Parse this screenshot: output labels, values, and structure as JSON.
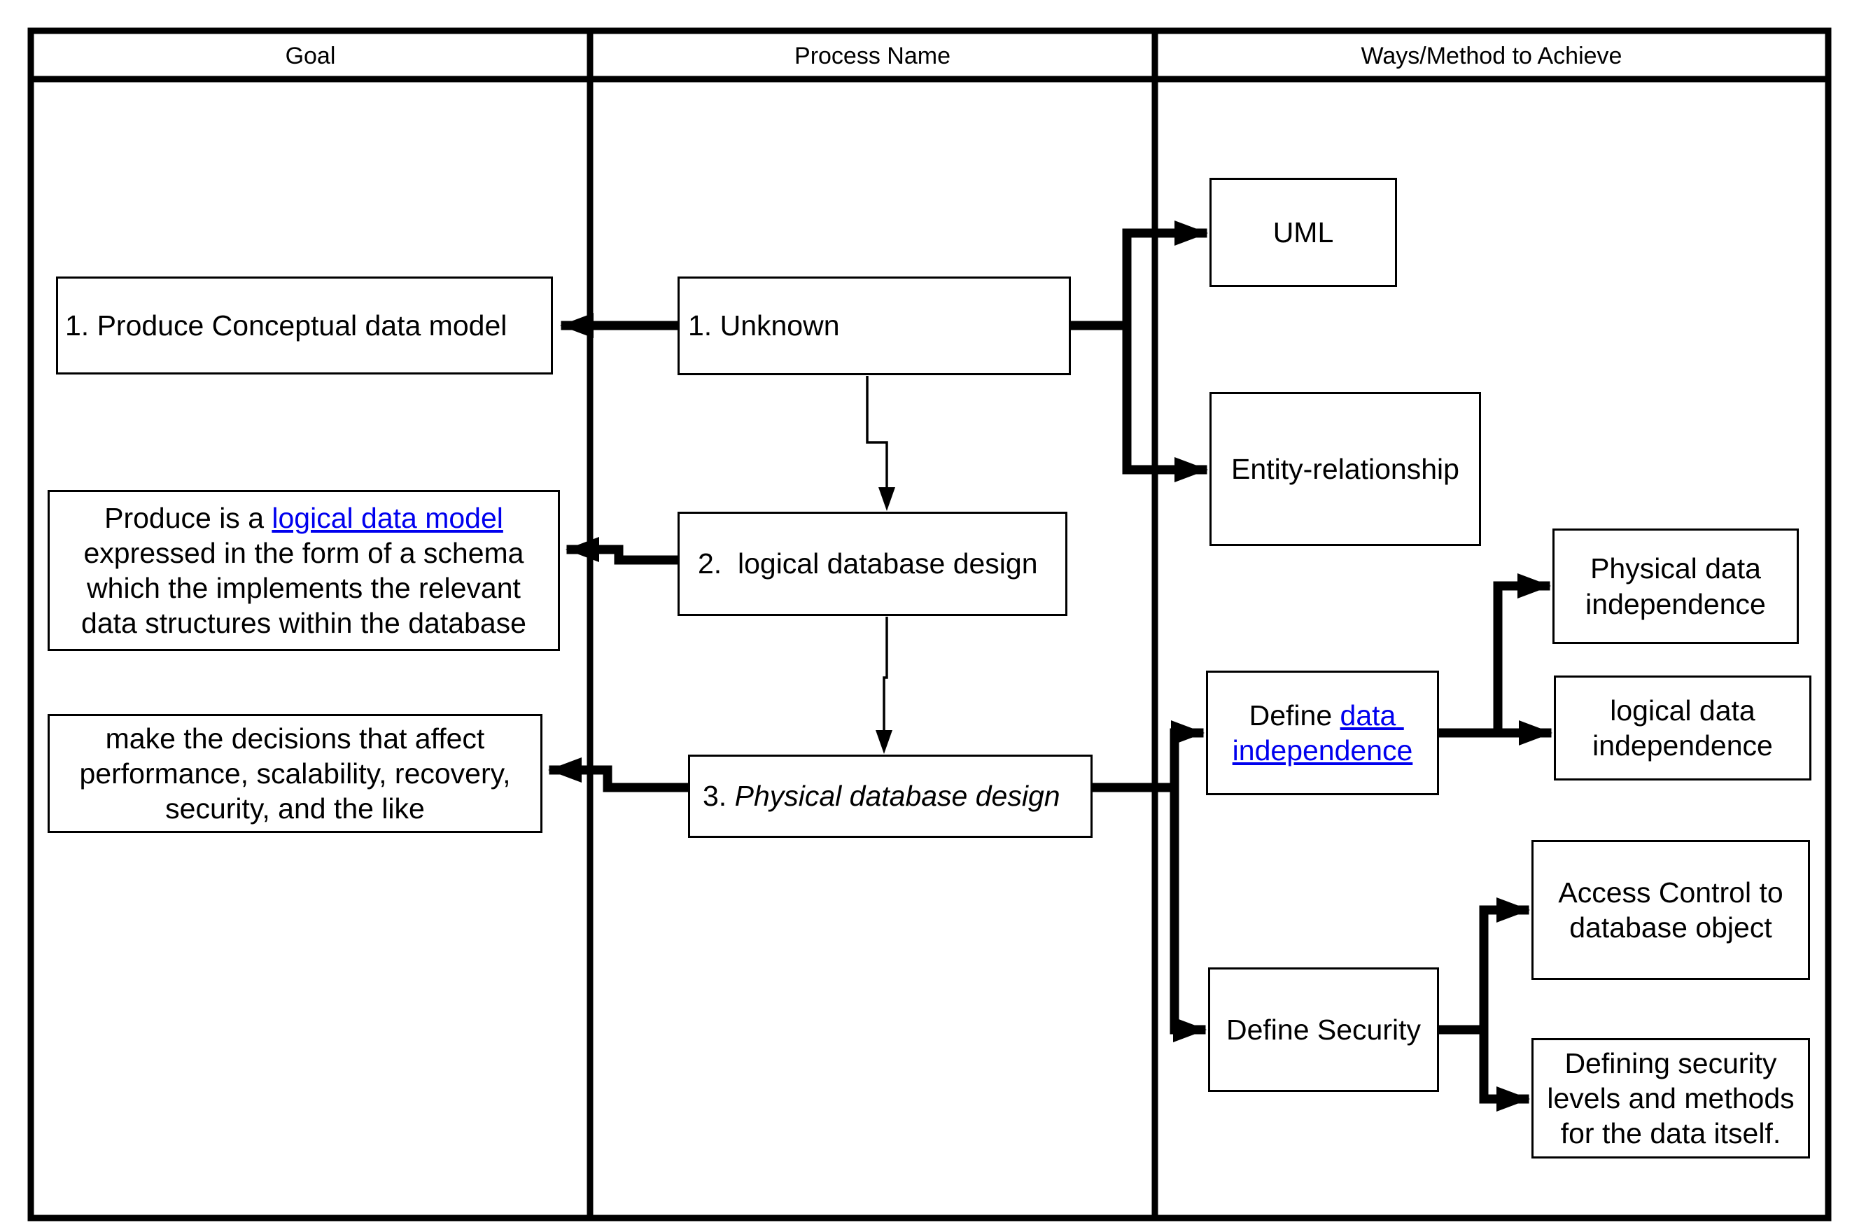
{
  "header": {
    "columns": [
      "Goal",
      "Process Name",
      "Ways/Method to Achieve"
    ]
  },
  "goal_column": {
    "box1": {
      "text": "1. Produce Conceptual data model"
    },
    "box2": {
      "line1_pre": "Produce is a ",
      "line1_link": "logical data model",
      "rest": "\nexpressed in the form of a schema\nwhich the implements the relevant\ndata structures within the database"
    },
    "box3": {
      "text": "make the decisions that affect\nperformance, scalability, recovery,\nsecurity, and the like"
    }
  },
  "process_column": {
    "box1": {
      "text": "1. Unknown"
    },
    "box2": {
      "text": "2.  logical database design"
    },
    "box3": {
      "prefix": "3. ",
      "italic_text": "Physical database design"
    }
  },
  "methods_column": {
    "uml": {
      "text": "UML"
    },
    "entity_relationship": {
      "text": "Entity-relationship"
    },
    "define_data_independence": {
      "pre": "Define ",
      "link": "data independence"
    },
    "physical_data_independence": {
      "text": "Physical data\nindependence"
    },
    "logical_data_independence": {
      "text": "logical data\nindependence"
    },
    "define_security": {
      "text": "Define Security"
    },
    "access_control": {
      "text": "Access Control to\ndatabase object"
    },
    "defining_security_levels": {
      "text": "Defining security\nlevels and methods\nfor the data itself."
    }
  },
  "colors": {
    "link_blue": "#0000EE",
    "line_black": "#000000"
  }
}
